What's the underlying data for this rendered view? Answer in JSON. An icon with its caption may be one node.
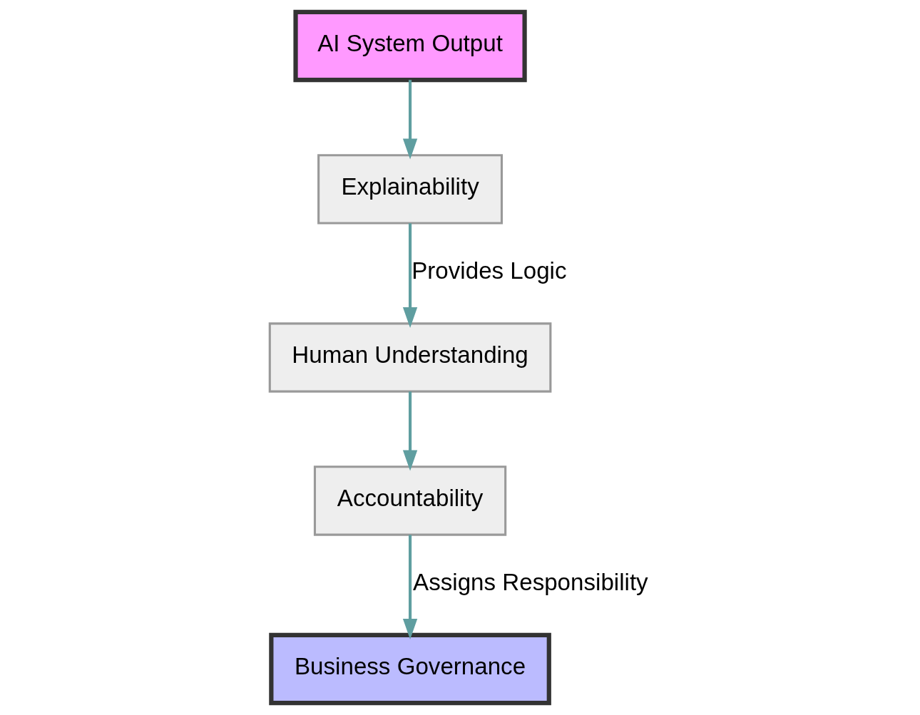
{
  "diagram": {
    "nodes": [
      {
        "text": [
          "AI System Output"
        ]
      },
      {
        "text": [
          "Explainability"
        ]
      },
      {
        "text": [
          "Human Understanding"
        ]
      },
      {
        "text": [
          "Accountability"
        ]
      },
      {
        "text": [
          "Business Governance"
        ]
      }
    ],
    "edges": [
      {
        "from": 0,
        "to": 1,
        "arrow": "to"
      },
      {
        "from": 1,
        "to": 2,
        "arrow": "to",
        "label": "Provides Logic"
      },
      {
        "from": 2,
        "to": 3,
        "arrow": "to"
      },
      {
        "from": 3,
        "to": 4,
        "arrow": "to",
        "label": "Assigns Responsibility"
      }
    ]
  }
}
